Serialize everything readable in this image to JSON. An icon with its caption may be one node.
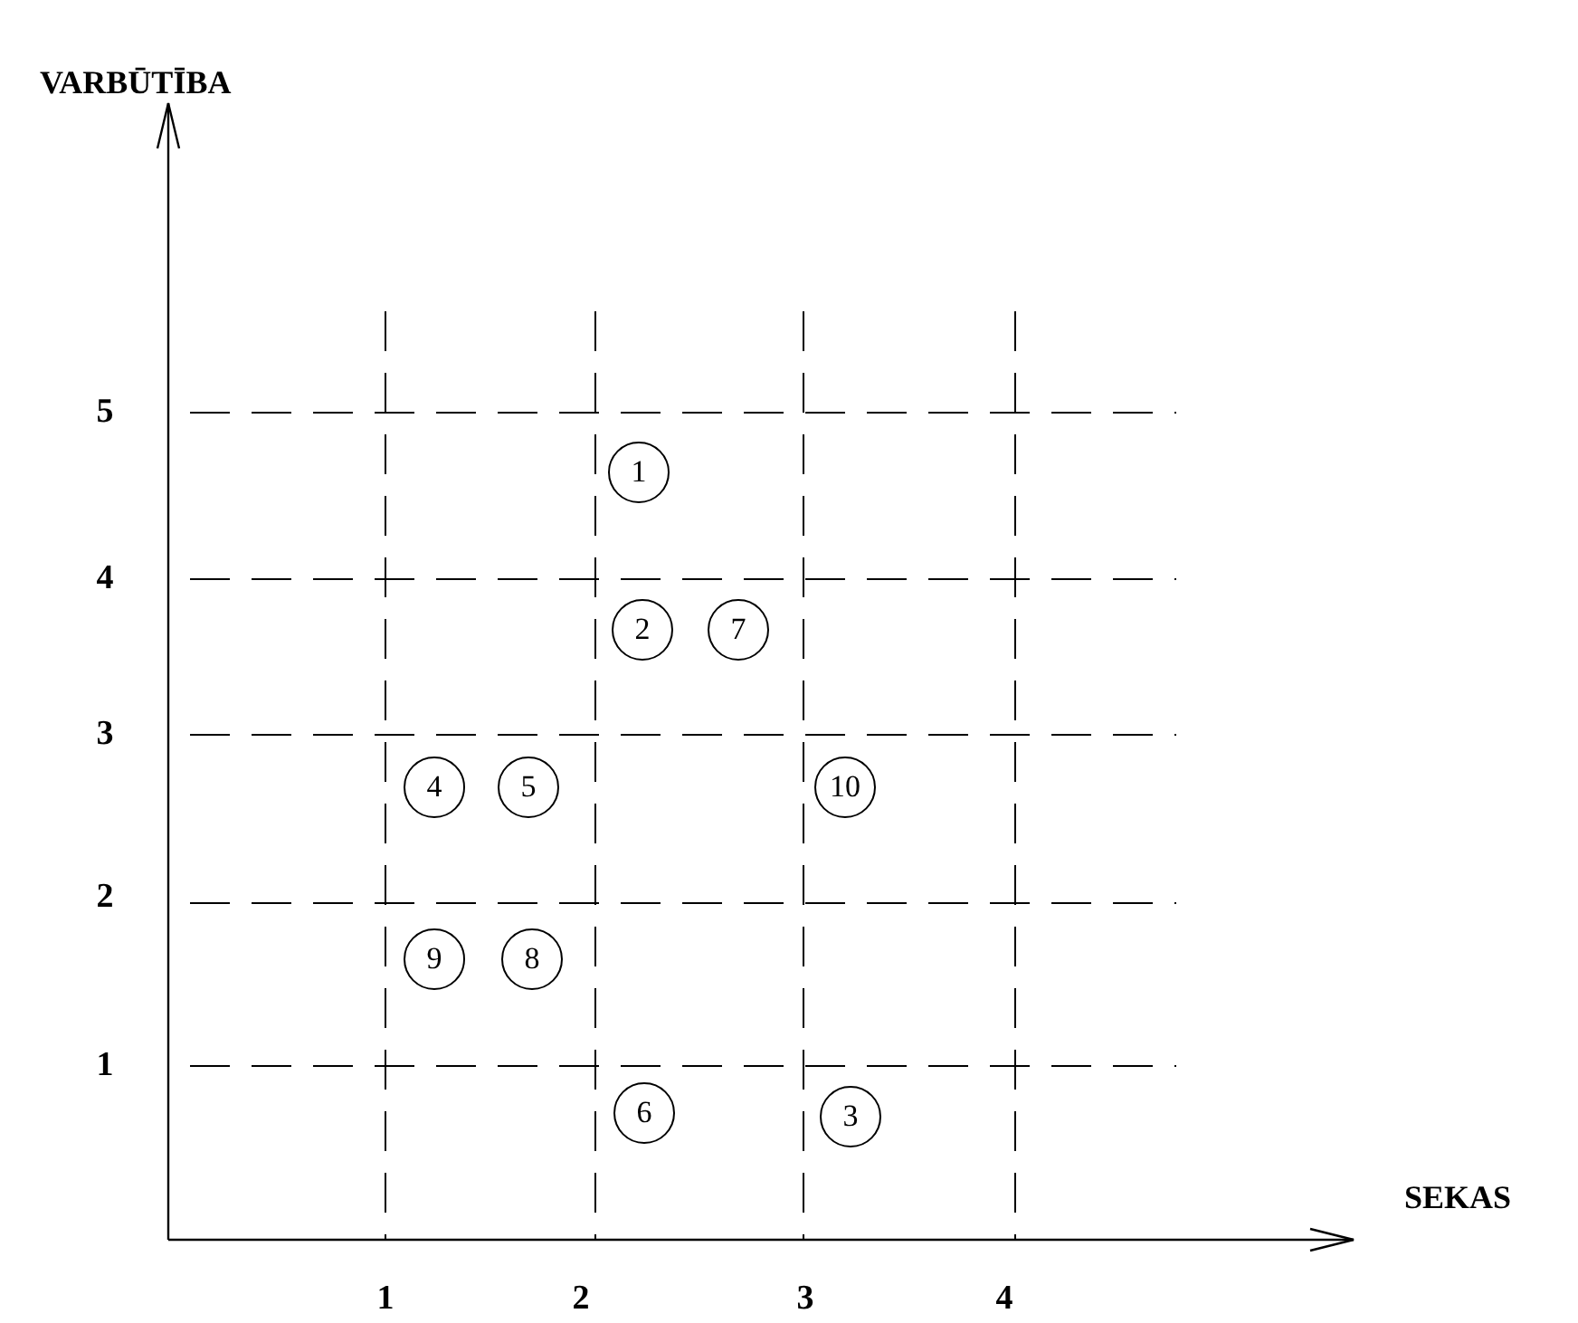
{
  "diagram": {
    "nodes": [
      {
        "text": [
          "1"
        ]
      },
      {
        "text": [
          "2"
        ]
      },
      {
        "text": [
          "7"
        ]
      },
      {
        "text": [
          "4"
        ]
      },
      {
        "text": [
          "5"
        ]
      },
      {
        "text": [
          "10"
        ]
      },
      {
        "text": [
          "9"
        ]
      },
      {
        "text": [
          "8"
        ]
      },
      {
        "text": [
          "6"
        ]
      },
      {
        "text": [
          "3"
        ]
      }
    ],
    "labels": [
      "VARBŪTĪBA",
      "5",
      "4",
      "3",
      "2",
      "1",
      "SEKAS",
      "1",
      "2",
      "3",
      "4"
    ]
  }
}
